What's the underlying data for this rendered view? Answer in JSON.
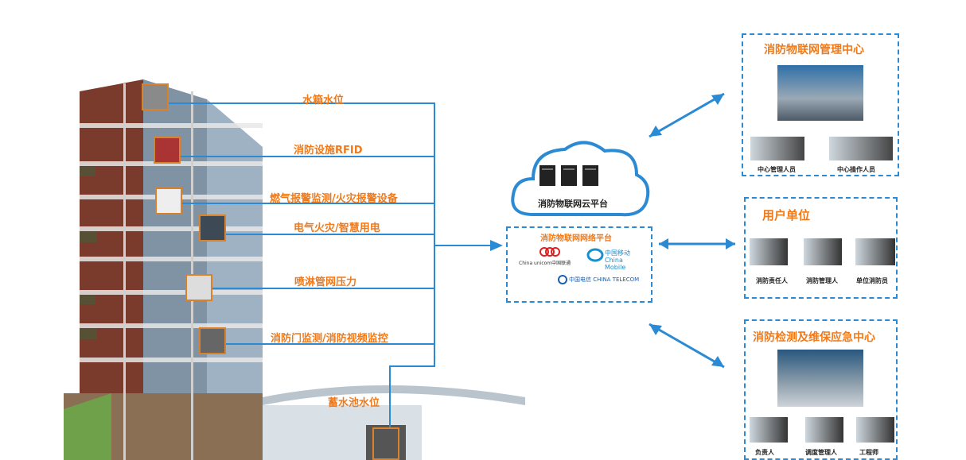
{
  "sensors": [
    {
      "label": "水箱水位"
    },
    {
      "label": "消防设施RFID"
    },
    {
      "label": "燃气报警监测/火灾报警设备"
    },
    {
      "label": "电气火灾/智慧用电"
    },
    {
      "label": "喷淋管网压力"
    },
    {
      "label": "消防门监测/消防视频监控"
    },
    {
      "label": "蓄水池水位"
    }
  ],
  "cloud": {
    "label": "消防物联网云平台"
  },
  "network": {
    "title": "消防物联网网络平台",
    "carriers": [
      "China unicom中国联通",
      "中国移动 China Mobile",
      "中国电信 CHINA TELECOM"
    ]
  },
  "center_box": {
    "title": "消防物联网管理中心",
    "roles": [
      "中心管理人员",
      "中心操作人员"
    ]
  },
  "user_box": {
    "title": "用户单位",
    "roles": [
      "消防责任人",
      "消防管理人",
      "单位消防员"
    ]
  },
  "maint_box": {
    "title": "消防检测及维保应急中心",
    "roles": [
      "负责人",
      "调度管理人",
      "工程师"
    ]
  },
  "colors": {
    "accent": "#2a8ad4",
    "label": "#f07a1a"
  }
}
